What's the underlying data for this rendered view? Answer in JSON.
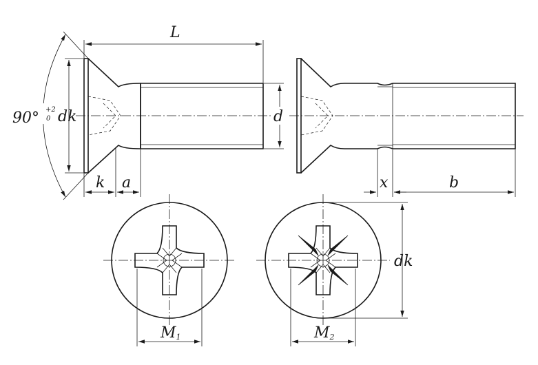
{
  "labels": {
    "length": "L",
    "head_diameter": "dk",
    "angle": "90°",
    "angle_tol_upper": "+2",
    "angle_tol_lower": "0",
    "thread_diameter": "d",
    "head_height": "k",
    "underhead": "a",
    "runout": "x",
    "thread_length": "b",
    "head_diameter_2": "dk",
    "recess_h": "M",
    "recess_h_sub": "1",
    "recess_z": "M",
    "recess_z_sub": "2"
  }
}
